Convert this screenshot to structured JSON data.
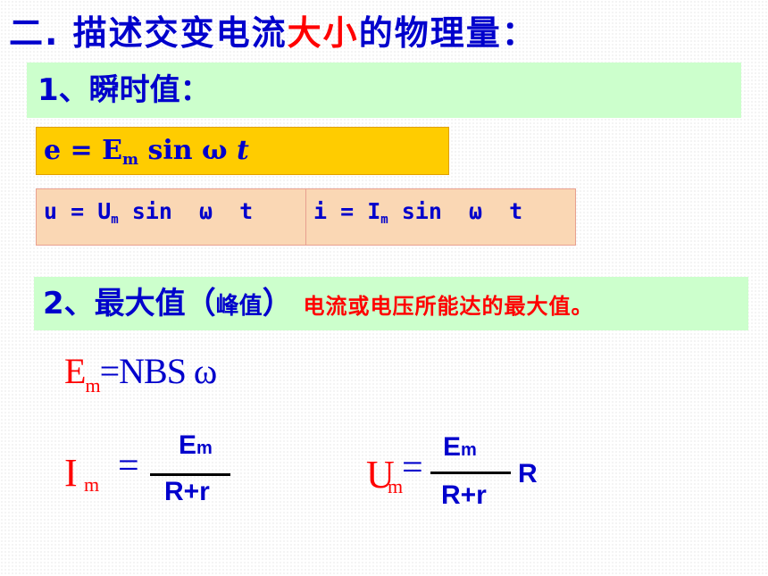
{
  "title": {
    "prefix": "二. 描述交变电流",
    "highlight": "大小",
    "suffix": "的物理量："
  },
  "section1": {
    "label": "1、瞬时值：",
    "emf_formula": {
      "lhs": "e",
      "eq": "=",
      "sym": "E",
      "sub": "m",
      "func": "sin ω",
      "var": "t"
    },
    "voltage_formula": {
      "lhs": "u = U",
      "sub": "m",
      "rest": " sin  ω  t"
    },
    "current_formula": {
      "lhs": "i = I",
      "sub": "m",
      "rest": " sin  ω  t"
    }
  },
  "section2": {
    "label": "2、最大值",
    "paren_open": "（",
    "paren_text": "峰值",
    "paren_close": "）",
    "description": "电流或电压所能达的最大值。"
  },
  "max_emf": {
    "sym": "E",
    "sub": "m",
    "rest": "=NBS ω"
  },
  "max_current": {
    "sym": "I",
    "sub": "m",
    "eq": "=",
    "num": "E",
    "num_sub": "m",
    "den": "R+r"
  },
  "max_voltage": {
    "sym": "U",
    "sub": "m",
    "eq": "=",
    "num": "E",
    "num_sub": "m",
    "den": "R+r",
    "after": "R"
  },
  "colors": {
    "title": "#0000cc",
    "highlight": "#ff0000",
    "band": "#ccffcc",
    "formula_bg": "#ffcc00",
    "cell_bg": "#fad7b4"
  }
}
